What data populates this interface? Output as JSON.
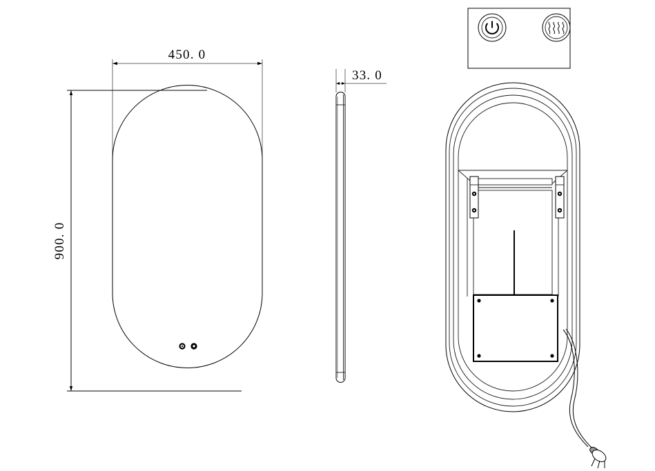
{
  "drawing": {
    "title": "LED Mirror Technical Drawing",
    "background_color": "#ffffff",
    "line_color": "#000000",
    "dimension_line_color": "#6b6b6b",
    "unit": "mm"
  },
  "dimensions": {
    "width": "450. 0",
    "height": "900. 0",
    "depth": "33. 0"
  },
  "views": {
    "front": {
      "name": "front-elevation",
      "shape": "pill-capsule-outline",
      "sensors": [
        {
          "name": "touch-sensor-left"
        },
        {
          "name": "touch-sensor-right"
        }
      ]
    },
    "side": {
      "name": "side-profile",
      "shape": "thin-vertical-rounded-bar"
    },
    "back": {
      "name": "rear-elevation",
      "frame_lines": 4,
      "brackets": [
        {
          "name": "mounting-bracket-left",
          "screws": 2
        },
        {
          "name": "mounting-bracket-right",
          "screws": 2
        }
      ],
      "driver_box": {
        "name": "driver-box",
        "screws": 4
      },
      "cable": {
        "name": "power-cable",
        "plug": "3-prong-plug"
      }
    }
  },
  "control_panel": {
    "name": "control-panel-detail",
    "buttons": [
      {
        "name": "power-button",
        "icon": "power-icon"
      },
      {
        "name": "defogger-button",
        "icon": "heat-wave-icon"
      }
    ]
  }
}
